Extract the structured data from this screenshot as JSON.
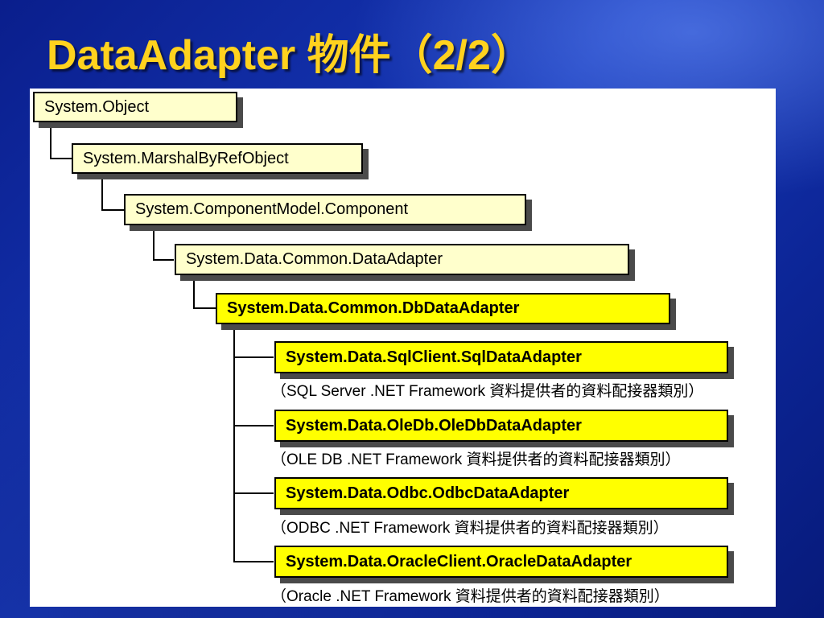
{
  "title": "DataAdapter 物件（2/2）",
  "hierarchy": [
    {
      "label": "System.Object"
    },
    {
      "label": "System.MarshalByRefObject"
    },
    {
      "label": "System.ComponentModel.Component"
    },
    {
      "label": "System.Data.Common.DataAdapter"
    },
    {
      "label": "System.Data.Common.DbDataAdapter"
    }
  ],
  "providers": [
    {
      "label": "System.Data.SqlClient.SqlDataAdapter",
      "note": "（SQL Server .NET Framework 資料提供者的資料配接器類別）"
    },
    {
      "label": "System.Data.OleDb.OleDbDataAdapter",
      "note": "（OLE DB .NET Framework 資料提供者的資料配接器類別）"
    },
    {
      "label": "System.Data.Odbc.OdbcDataAdapter",
      "note": "（ODBC .NET Framework 資料提供者的資料配接器類別）"
    },
    {
      "label": "System.Data.OracleClient.OracleDataAdapter",
      "note": "（Oracle .NET Framework 資料提供者的資料配接器類別）"
    }
  ],
  "colors": {
    "base_box": "#ffffcc",
    "derived_box": "#ffff00",
    "title": "#ffd21e",
    "background": "#1638b8"
  }
}
